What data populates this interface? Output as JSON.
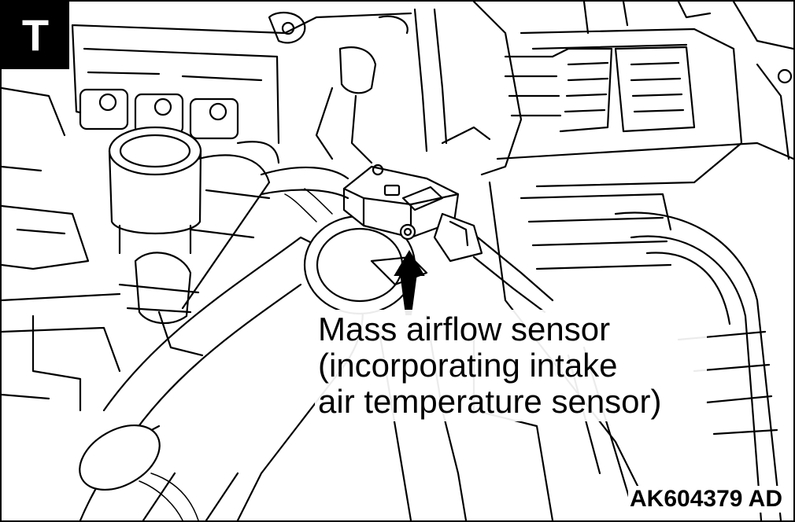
{
  "corner_tag": "T",
  "callout": {
    "line1": "Mass airflow sensor",
    "line2": "(incorporating intake",
    "line3": "air temperature sensor)"
  },
  "reference_code": "AK604379 AD"
}
